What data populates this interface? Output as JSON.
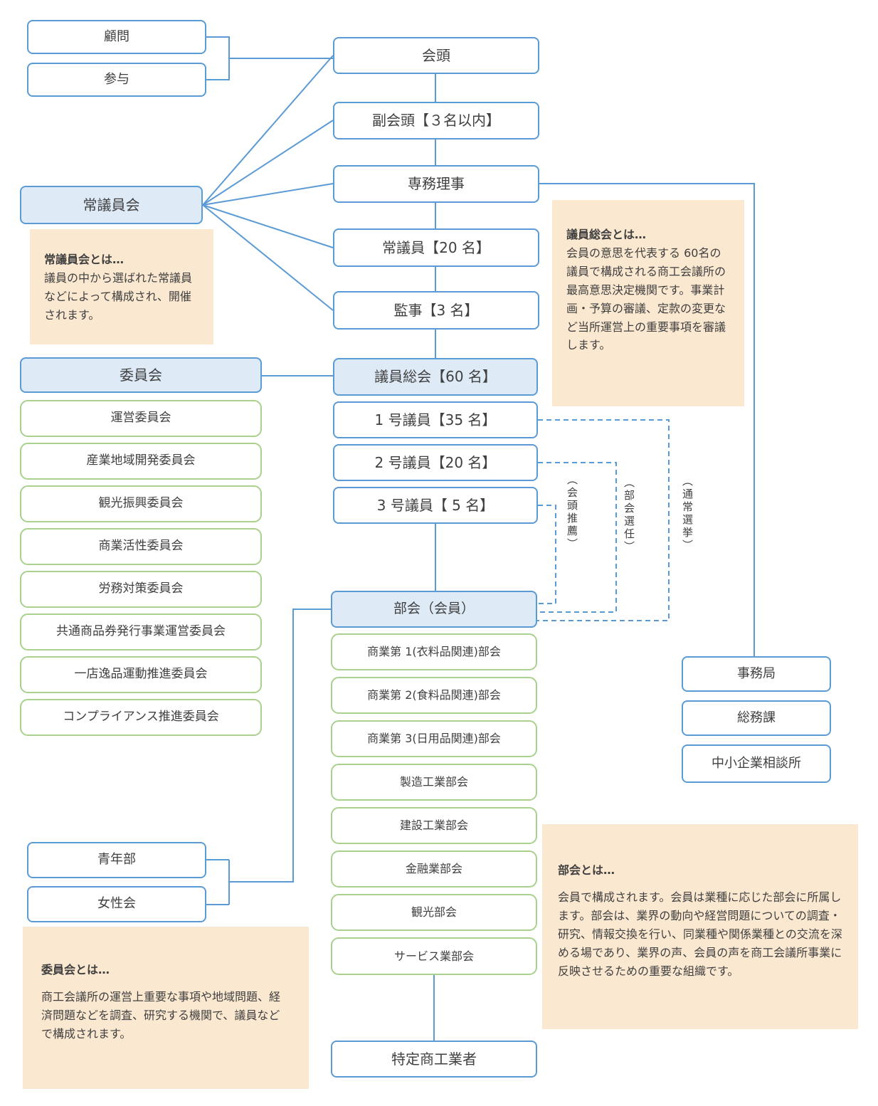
{
  "colors": {
    "accent_blue": "#5B9BD5",
    "fill_blue": "#DEEAF6",
    "accent_green": "#A9D18E",
    "note_background": "#FBE8D1",
    "text": "#404040"
  },
  "advisors": {
    "items": [
      "顧問",
      "参与"
    ]
  },
  "executive_chain": [
    "会頭",
    "副会頭【３名以内】",
    "専務理事",
    "常議員【20 名】",
    "監事【3 名】"
  ],
  "standing_council": {
    "label": "常議員会",
    "note": {
      "title": "常議員会とは…",
      "body": "議員の中から選ばれた常議員などによって構成され、開催されます。"
    }
  },
  "assembly": {
    "label": "議員総会【60 名】",
    "members": [
      "1 号議員【35 名】",
      "2 号議員【20 名】",
      "3 号議員【 5 名】"
    ],
    "note": {
      "title": "議員総会とは…",
      "body": "会員の意思を代表する 60名の議員で構成される商工会議所の最高意思決定機関です。事業計画・予算の審議、定款の変更など当所運営上の重要事項を審議します。"
    }
  },
  "selection_labels": [
    "（会頭推薦）",
    "（部会選任）",
    "（通常選挙）"
  ],
  "committees": {
    "header": "委員会",
    "items": [
      "運営委員会",
      "産業地域開発委員会",
      "観光振興委員会",
      "商業活性委員会",
      "労務対策委員会",
      "共通商品券発行事業運営委員会",
      "一店逸品運動推進委員会",
      "コンプライアンス推進委員会"
    ],
    "note": {
      "title": "委員会とは…",
      "body": "商工会議所の運営上重要な事項や地域問題、経済問題などを調査、研究する機関で、議員などで構成されます。"
    }
  },
  "sections": {
    "header": "部会（会員）",
    "items": [
      "商業第 1(衣料品関連)部会",
      "商業第 2(食料品関連)部会",
      "商業第 3(日用品関連)部会",
      "製造工業部会",
      "建設工業部会",
      "金融業部会",
      "観光部会",
      "サービス業部会"
    ],
    "note": {
      "title": "部会とは…",
      "body": "会員で構成されます。会員は業種に応じた部会に所属します。部会は、業界の動向や経営問題についての調査・研究、情報交換を行い、同業種や関係業種との交流を深める場であり、業界の声、会員の声を商工会議所事業に反映させるための重要な組織です。"
    }
  },
  "office": {
    "items": [
      "事務局",
      "総務課",
      "中小企業相談所"
    ]
  },
  "member_groups": {
    "items": [
      "青年部",
      "女性会"
    ]
  },
  "bottom_box": "特定商工業者"
}
